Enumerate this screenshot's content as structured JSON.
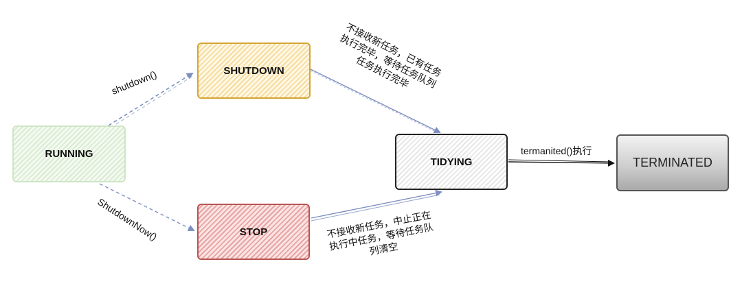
{
  "nodes": {
    "running": "RUNNING",
    "shutdown": "SHUTDOWN",
    "stop": "STOP",
    "tidying": "TIDYING",
    "terminated": "TERMINATED"
  },
  "edges": {
    "running_to_shutdown": "shutdown()",
    "running_to_stop": "ShutdownNow()",
    "tidying_to_terminated": "termanited()执行"
  },
  "notes": {
    "shutdown_to_tidying": [
      "不接收新任务，已有任务",
      "执行完毕，等待任务队列",
      "任务执行完毕"
    ],
    "stop_to_tidying": [
      "不接收新任务，中止正在",
      "执行中任务，等待任务队",
      "列清空"
    ]
  },
  "colors": {
    "arrow_blue": "#7d8fbf",
    "running_border": "#cfe5c6",
    "shutdown_border": "#d6a432",
    "stop_border": "#b85450",
    "tidying_border": "#222222",
    "terminated_fill": "#bdbdbd"
  }
}
